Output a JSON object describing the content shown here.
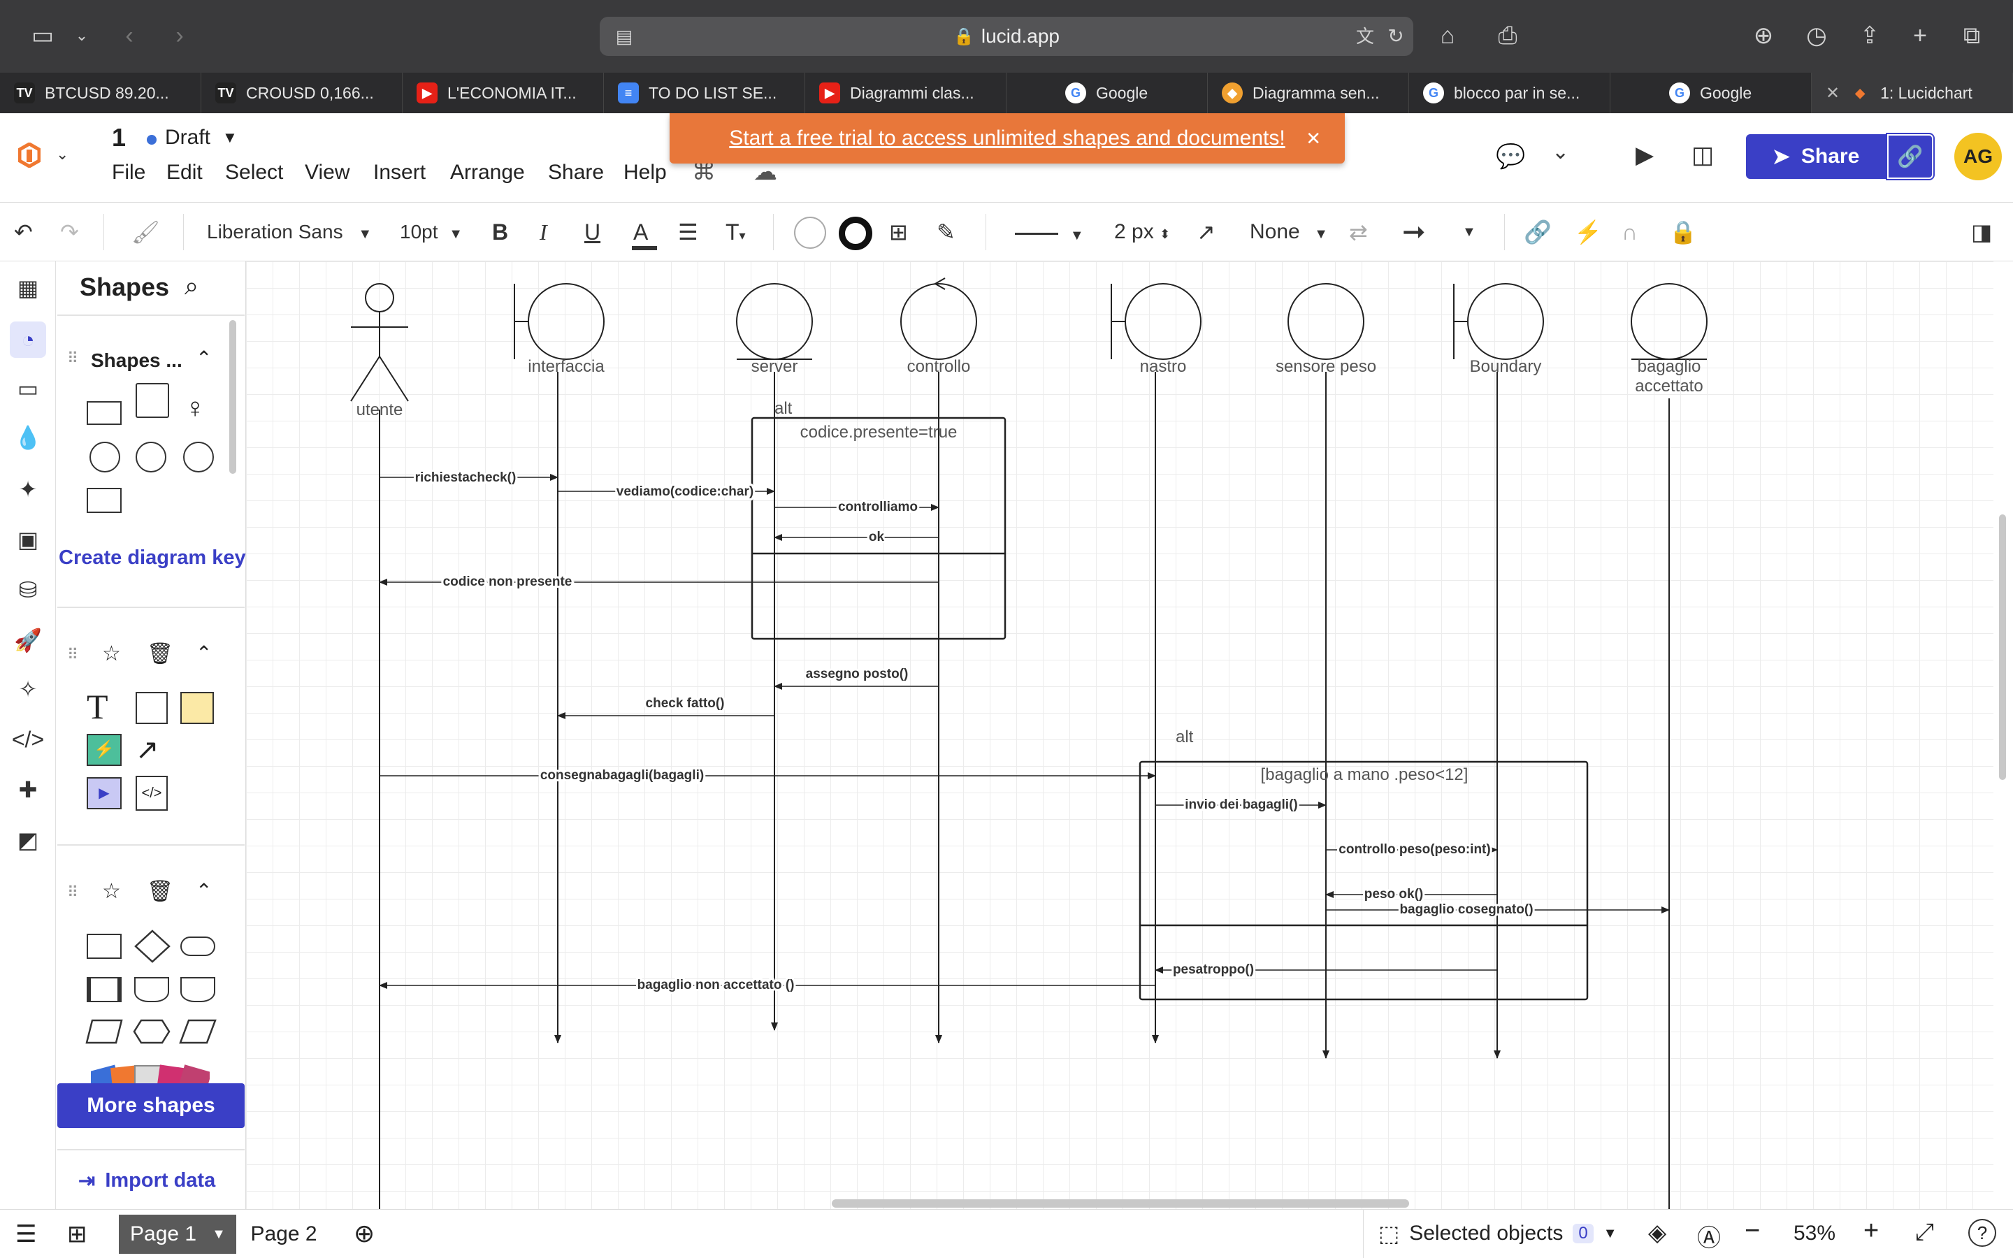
{
  "browser": {
    "url": "lucid.app",
    "tabs": [
      {
        "label": "BTCUSD 89.20...",
        "fav": "TV",
        "fav_color": "#222222"
      },
      {
        "label": "CROUSD 0,166...",
        "fav": "TV",
        "fav_color": "#222222"
      },
      {
        "label": "L'ECONOMIA IT...",
        "fav": "▶",
        "fav_color": "#e62117"
      },
      {
        "label": "TO DO LIST SE...",
        "fav": "≡",
        "fav_color": "#4285f4"
      },
      {
        "label": "Diagrammi clas...",
        "fav": "▶",
        "fav_color": "#e62117"
      },
      {
        "label": "Google",
        "fav": "G",
        "fav_color": "#4285f4"
      },
      {
        "label": "Diagramma sen...",
        "fav": "◆",
        "fav_color": "#f0a030"
      },
      {
        "label": "blocco par in se...",
        "fav": "G",
        "fav_color": "#4285f4"
      },
      {
        "label": "Google",
        "fav": "G",
        "fav_color": "#4285f4"
      },
      {
        "label": "1: Lucidchart",
        "fav": "◆",
        "fav_color": "#f07830"
      }
    ]
  },
  "header": {
    "doc_number": "1",
    "status": "Draft",
    "menu": [
      "File",
      "Edit",
      "Select",
      "View",
      "Insert",
      "Arrange",
      "Share",
      "Help"
    ],
    "trial_banner": "Start a free trial to access unlimited shapes and documents!",
    "share_label": "Share",
    "avatar_initials": "AG"
  },
  "toolbar": {
    "font_family": "Liberation Sans",
    "font_size": "10pt",
    "line_width": "2 px",
    "endpoint": "None"
  },
  "sidebar": {
    "title": "Shapes",
    "section_title": "Shapes ...",
    "create_key": "Create diagram key",
    "more_shapes": "More shapes",
    "import_data": "Import data"
  },
  "bottom": {
    "page1": "Page 1",
    "page2": "Page 2",
    "selected_label": "Selected objects",
    "selected_count": "0",
    "zoom": "53%"
  },
  "diagram": {
    "lifelines": [
      {
        "id": "utente",
        "label": "utente",
        "kind": "actor"
      },
      {
        "id": "interfaccia",
        "label": "interfaccia",
        "kind": "boundary"
      },
      {
        "id": "server",
        "label": "server",
        "kind": "entity"
      },
      {
        "id": "controllo",
        "label": "controllo",
        "kind": "control"
      },
      {
        "id": "nastro",
        "label": "nastro",
        "kind": "boundary"
      },
      {
        "id": "sensore",
        "label": "sensore peso",
        "kind": "circle"
      },
      {
        "id": "boundary",
        "label": "Boundary",
        "kind": "boundary"
      },
      {
        "id": "bagaglio",
        "label": "bagaglio accettato",
        "kind": "entity"
      }
    ],
    "fragments": [
      {
        "label": "alt",
        "guard": "codice.presente=true"
      },
      {
        "label": "alt",
        "guard": "[bagaglio a mano .peso<12]"
      }
    ],
    "messages": [
      "richiestacheck()",
      "vediamo(codice:char)",
      "controlliamo",
      "ok",
      "codice non presente",
      "assegno posto()",
      "check fatto()",
      "consegnabagagli(bagagli)",
      "invio dei bagagli()",
      "controllo peso(peso:int)",
      "peso ok()",
      "bagaglio cosegnato()",
      "pesatroppo()",
      "bagaglio non accettato ()"
    ]
  }
}
